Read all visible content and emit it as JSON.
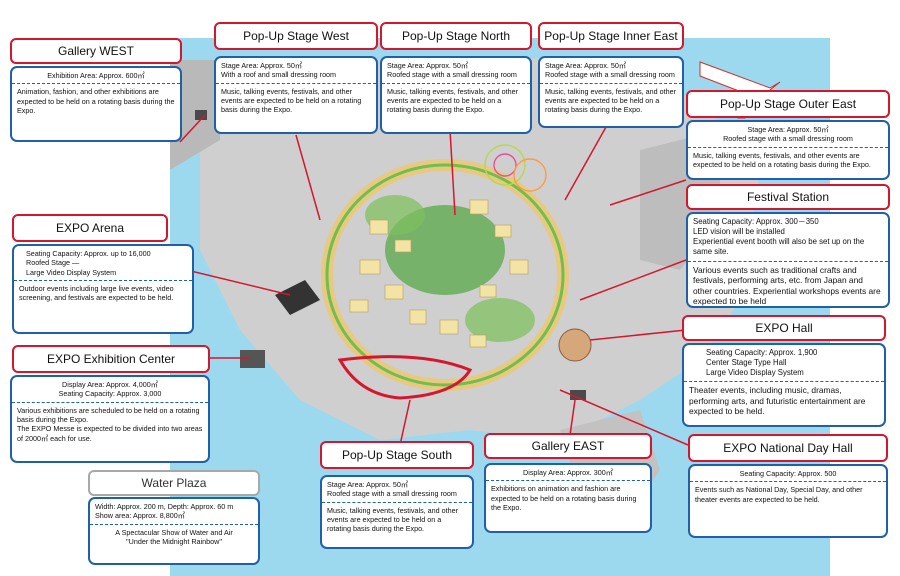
{
  "colors": {
    "callout_title_border": "#d5162f",
    "callout_body_border": "#1f60a8",
    "water_plaza_title_border": "#a8a8a8",
    "water": "#9cd9ef",
    "land": "#c8c8c8",
    "ring": "#e8c982",
    "ring_green": "#6fbf4a"
  },
  "callouts": {
    "gallery_west": {
      "title": "Gallery WEST",
      "info": [
        "Exhibition Area: Approx. 600㎡"
      ],
      "desc": [
        "Animation, fashion, and other exhibitions are expected to be held on a rotating basis during the Expo."
      ]
    },
    "stage_west": {
      "title": "Pop-Up Stage West",
      "info": [
        "Stage Area: Approx. 50㎡",
        "With a roof and small dressing room"
      ],
      "desc": [
        "Music, talking events, festivals, and other events are expected to be held on a rotating basis during the Expo."
      ]
    },
    "stage_north": {
      "title": "Pop-Up Stage North",
      "info": [
        "Stage Area: Approx. 50㎡",
        "Roofed stage with a small dressing room"
      ],
      "desc": [
        "Music, talking events, festivals, and other events are expected to be held on a rotating basis during the Expo."
      ]
    },
    "stage_inner_east": {
      "title": "Pop-Up Stage Inner East",
      "info": [
        "Stage Area: Approx. 50㎡",
        "Roofed stage with a small dressing room"
      ],
      "desc": [
        "Music, talking events, festivals, and other events are expected to be held on a rotating basis during the Expo."
      ]
    },
    "stage_outer_east": {
      "title": "Pop-Up Stage Outer East",
      "info": [
        "Stage Area: Approx. 50㎡",
        "Roofed stage with a small dressing room"
      ],
      "desc": [
        "Music, talking events, festivals, and other events are expected to be held on a rotating basis during the Expo."
      ]
    },
    "festival_station": {
      "title": "Festival Station",
      "info": [
        "Seating Capacity: Approx. 300－350",
        "LED vision will be installed",
        "Experiential event booth will also be set up on the same site."
      ],
      "desc": [
        "Various events such as traditional crafts and festivals, performing arts, etc. from Japan and other countries. Experiential workshops events are expected to be held"
      ]
    },
    "expo_arena": {
      "title": "EXPO Arena",
      "info": [
        "Seating Capacity: Approx. up to 16,000",
        "Roofed Stage —",
        "Large Video Display System"
      ],
      "desc": [
        "Outdoor events including large live events, video screening, and festivals are expected to be held."
      ]
    },
    "expo_hall": {
      "title": "EXPO Hall",
      "info": [
        "Seating Capacity: Approx. 1,900",
        "Center Stage Type Hall",
        "Large Video Display System"
      ],
      "desc": [
        "Theater events, including music, dramas, performing arts, and futuristic entertainment are expected to be held."
      ]
    },
    "exhibition_center": {
      "title": "EXPO Exhibition Center",
      "info": [
        "Display Area: Approx. 4,000㎡",
        "Seating Capacity: Approx. 3,000"
      ],
      "desc": [
        "Various exhibitions are scheduled to be held on a rotating basis during the Expo.",
        "The EXPO Messe is expected to be divided into two areas of 2000㎡ each for use."
      ]
    },
    "water_plaza": {
      "title": "Water Plaza",
      "info": [
        "Width: Approx. 200 m, Depth: Approx. 60 m",
        "Show area: Approx. 8,800㎡"
      ],
      "desc": [
        "A Spectacular Show of Water and Air",
        "\"Under the Midnight Rainbow\""
      ]
    },
    "stage_south": {
      "title": "Pop-Up Stage South",
      "info": [
        "Stage Area: Approx. 50㎡",
        "Roofed stage with a small dressing room"
      ],
      "desc": [
        "Music, talking events, festivals, and other events are expected to be held on a rotating basis during the Expo."
      ]
    },
    "gallery_east": {
      "title": "Gallery EAST",
      "info": [
        "Display Area: Approx. 300㎡"
      ],
      "desc": [
        "Exhibitions on animation and fashion are expected to be held on a rotating basis during the Expo."
      ]
    },
    "national_day_hall": {
      "title": "EXPO National Day Hall",
      "info": [
        "Seating Capacity: Approx. 500"
      ],
      "desc": [
        "Events such as National Day, Special Day, and other theater events are expected to be held."
      ]
    }
  }
}
